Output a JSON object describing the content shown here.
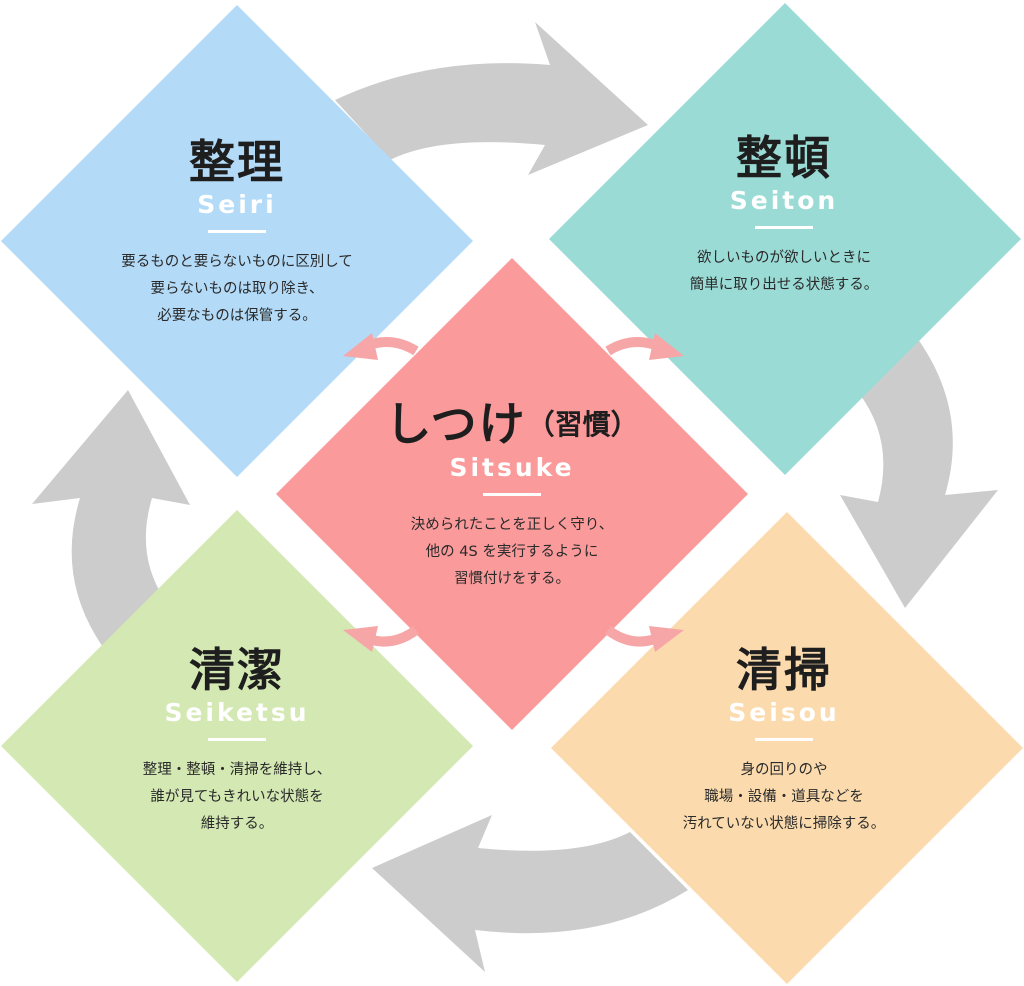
{
  "colors": {
    "seiri": "#b3daf7",
    "seiton": "#9bdbd6",
    "shitsuke": "#fa9a9b",
    "seiketsu": "#d3e8b2",
    "seisou": "#fbdbae",
    "cycle_arrow": "#cccccc",
    "small_arrow": "#f7a6a7"
  },
  "seiri": {
    "title": "整理",
    "romaji": "Seiri",
    "desc": [
      "要るものと要らないものに区別して",
      "要らないものは取り除き、",
      "必要なものは保管する。"
    ]
  },
  "seiton": {
    "title": "整頓",
    "romaji": "Seiton",
    "desc": [
      "欲しいものが欲しいときに",
      "簡単に取り出せる状態する。"
    ]
  },
  "shitsuke": {
    "title": "しつけ",
    "title_paren": "（習慣）",
    "romaji": "Sitsuke",
    "desc": [
      "決められたことを正しく守り、",
      "他の 4S を実行するように",
      "習慣付けをする。"
    ]
  },
  "seiketsu": {
    "title": "清潔",
    "romaji": "Seiketsu",
    "desc": [
      "整理・整頓・清掃を維持し、",
      "誰が見てもきれいな状態を",
      "維持する。"
    ]
  },
  "seisou": {
    "title": "清掃",
    "romaji": "Seisou",
    "desc": [
      "身の回りのや",
      "職場・設備・道具などを",
      "汚れていない状態に掃除する。"
    ]
  }
}
